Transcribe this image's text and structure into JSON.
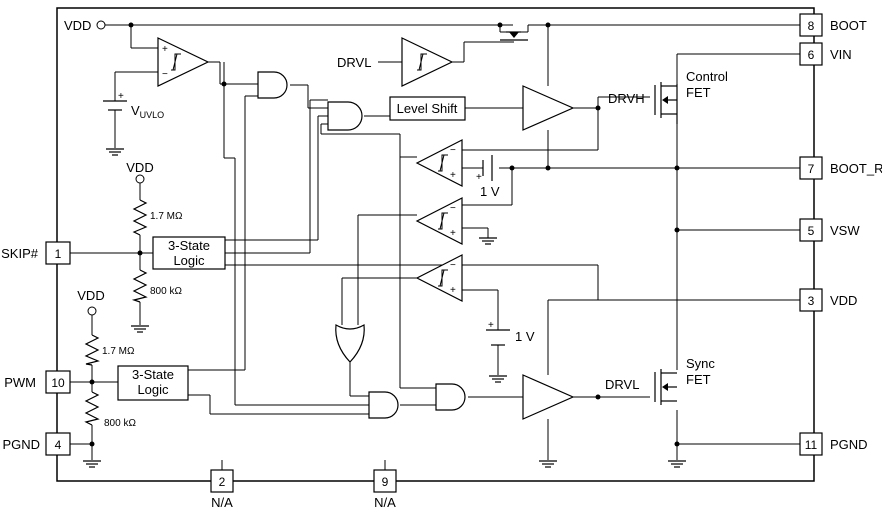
{
  "pins": {
    "vdd_in": "VDD",
    "boot": {
      "num": "8",
      "name": "BOOT"
    },
    "vin": {
      "num": "6",
      "name": "VIN"
    },
    "boot_r": {
      "num": "7",
      "name": "BOOT_R"
    },
    "vsw": {
      "num": "5",
      "name": "VSW"
    },
    "vdd": {
      "num": "3",
      "name": "VDD"
    },
    "pgnd_r": {
      "num": "11",
      "name": "PGND"
    },
    "skip": {
      "num": "1",
      "name": "SKIP#"
    },
    "pwm": {
      "num": "10",
      "name": "PWM"
    },
    "pgnd_l": {
      "num": "4",
      "name": "PGND"
    },
    "na1": {
      "num": "2",
      "name": "N/A"
    },
    "na2": {
      "num": "9",
      "name": "N/A"
    }
  },
  "labels": {
    "vuvlo_main": "V",
    "vuvlo_sub": "UVLO",
    "drvl_top": "DRVL",
    "level_shift": "Level Shift",
    "drvh": "DRVH",
    "drvl_bot": "DRVL",
    "control_fet_1": "Control",
    "control_fet_2": "FET",
    "sync_fet_1": "Sync",
    "sync_fet_2": "FET",
    "one_v_top": "1 V",
    "one_v_bot": "1 V",
    "vdd_skip": "VDD",
    "vdd_pwm": "VDD",
    "r_skip_hi": "1.7 MΩ",
    "r_skip_lo": "800 kΩ",
    "r_pwm_hi": "1.7 MΩ",
    "r_pwm_lo": "800 kΩ",
    "logic_skip_1": "3-State",
    "logic_skip_2": "Logic",
    "logic_pwm_1": "3-State",
    "logic_pwm_2": "Logic",
    "plus": "+",
    "minus": "−"
  }
}
